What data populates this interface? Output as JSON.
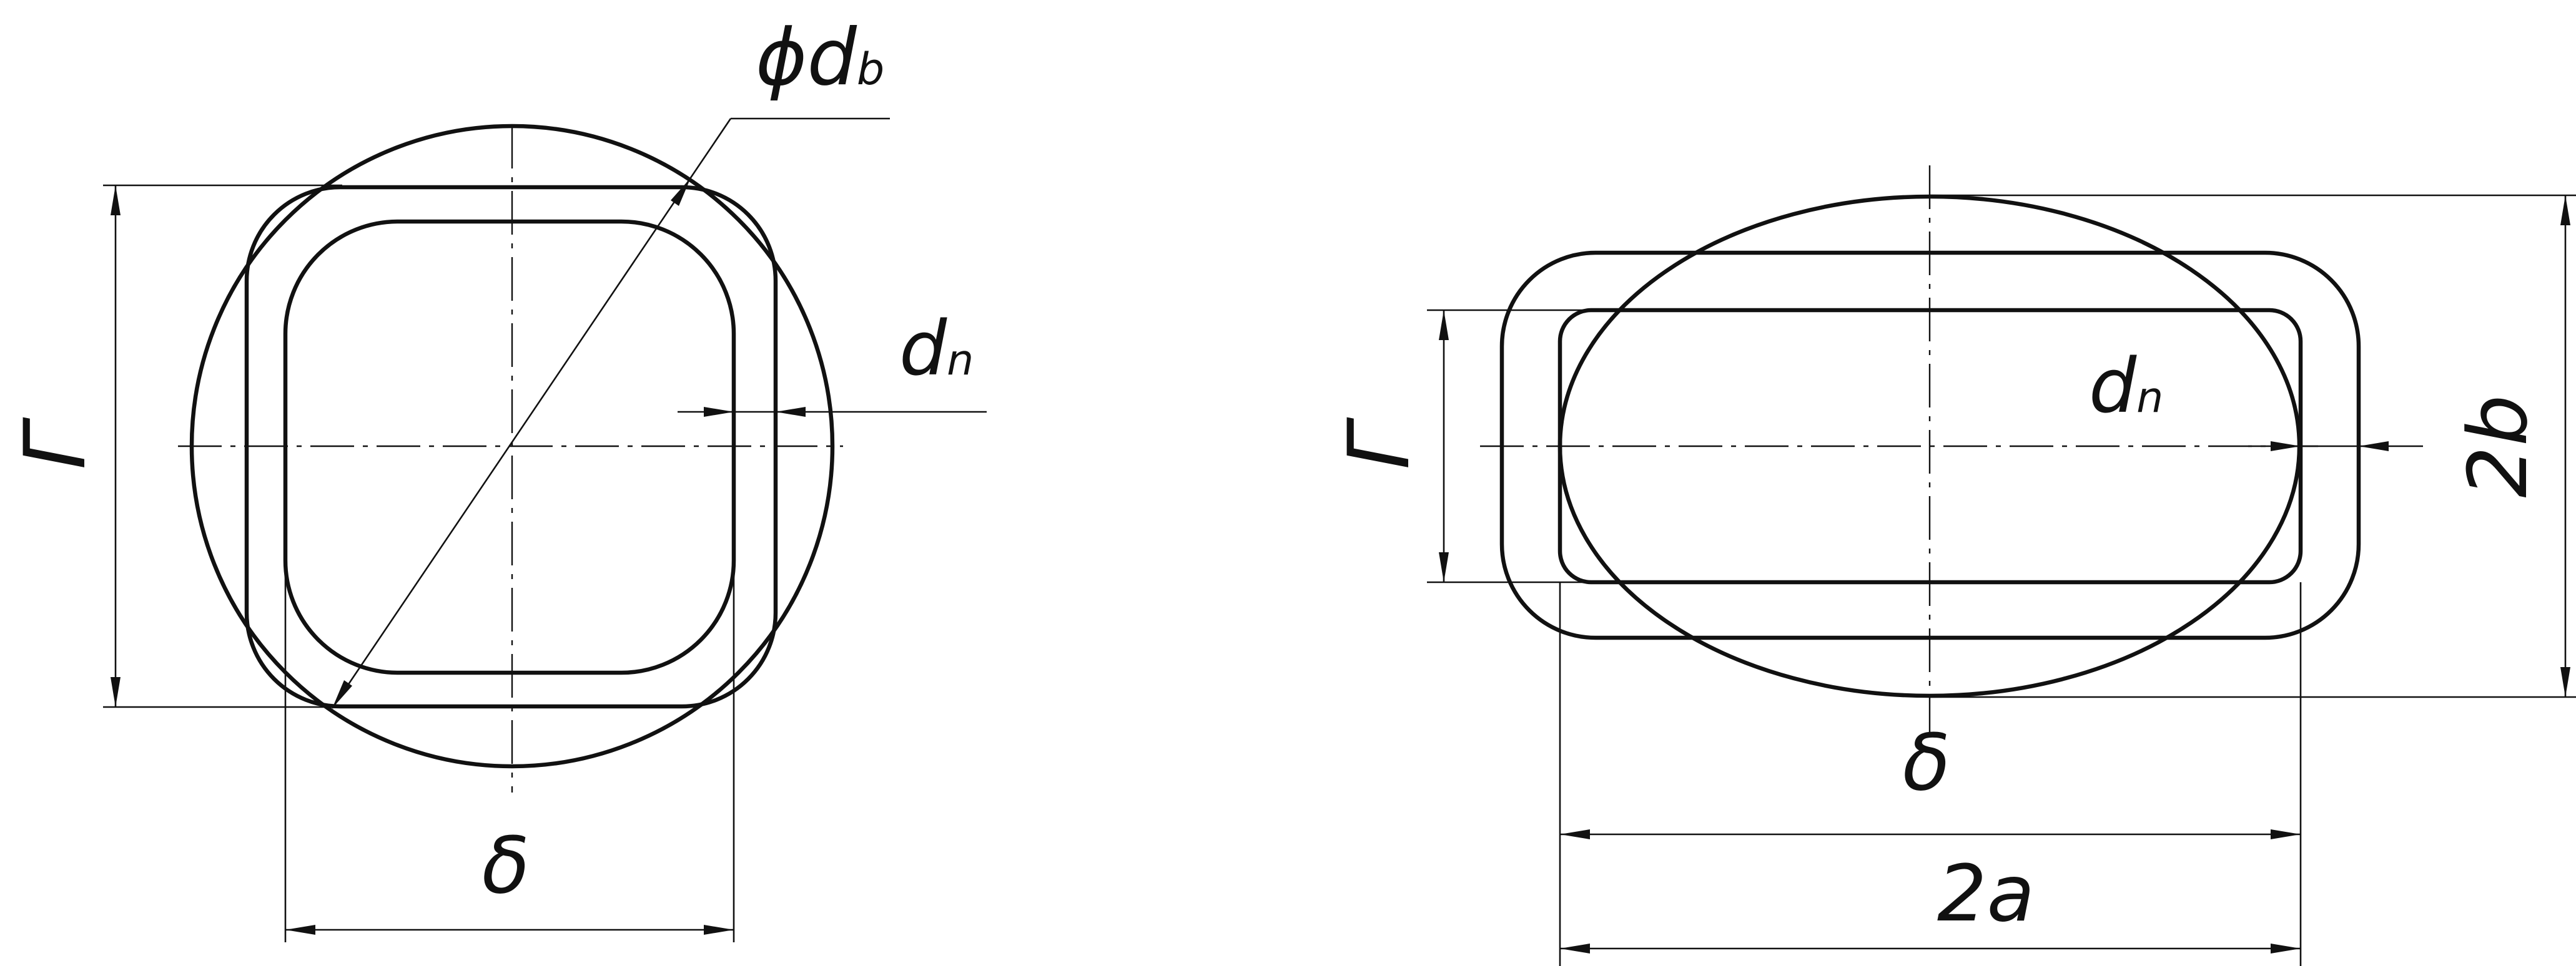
{
  "left_view": {
    "label_diameter": "ϕd",
    "label_diameter_sub": "b",
    "label_height": "Г",
    "label_width": "δ",
    "label_thickness": "d",
    "label_thickness_sub": "n"
  },
  "right_view": {
    "label_height": "Г",
    "label_width": "δ",
    "label_thickness": "d",
    "label_thickness_sub": "n",
    "label_major_axis": "2a",
    "label_minor_axis": "2b"
  }
}
